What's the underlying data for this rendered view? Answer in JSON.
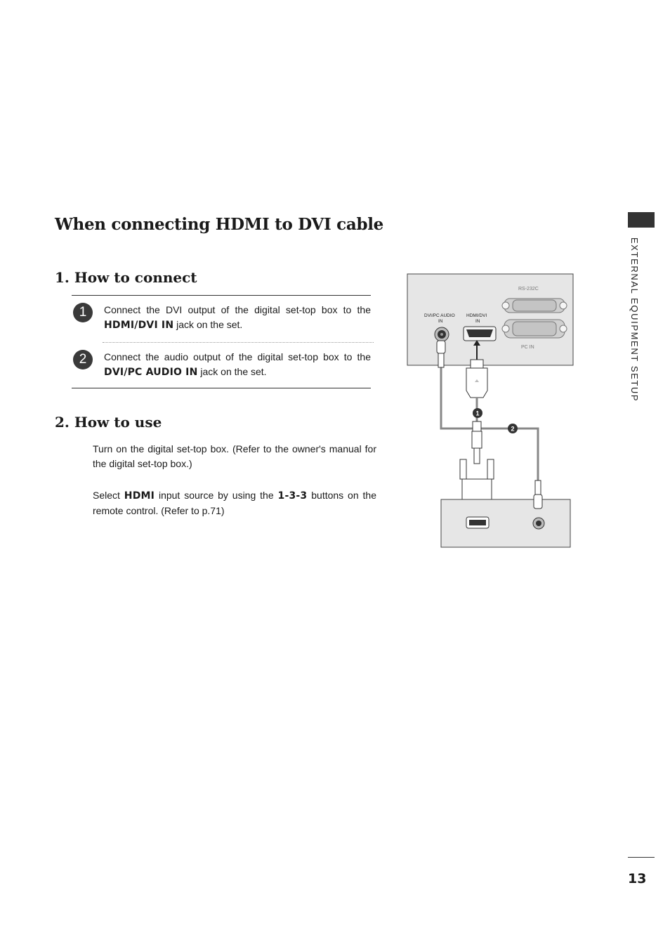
{
  "page_title": "When connecting HDMI to DVI cable",
  "section1": {
    "heading": "1. How to connect",
    "steps": [
      {
        "badge": "1",
        "text_before": "Connect the DVI output of the digital set-top box to the ",
        "keyword": "HDMI/DVI IN",
        "text_after": " jack on the set."
      },
      {
        "badge": "2",
        "text_before": "Connect the audio output of the digital set-top box to the ",
        "keyword": "DVI/PC AUDIO IN",
        "text_after": " jack on the set."
      }
    ]
  },
  "section2": {
    "heading": "2. How to use",
    "para1": "Turn on the digital set-top box. (Refer to the owner's manual for the digital set-top box.)",
    "para2": {
      "text_before": "Select ",
      "keyword1": "HDMI",
      "text_middle": " input source by using the ",
      "keyword2": "1-3-3",
      "text_after": " buttons on the remote control. (Refer to p.71)"
    }
  },
  "diagram": {
    "label_rs232c": "RS-232C",
    "label_dvi_pc_audio": "DVI/PC AUDIO",
    "label_dvi_pc_audio_in": "IN",
    "label_hdmi_dvi": "HDMI/DVI",
    "label_hdmi_dvi_in": "IN",
    "label_pc_in": "PC IN",
    "marker_1": "1",
    "marker_2": "2"
  },
  "sidebar": {
    "label": "EXTERNAL EQUIPMENT SETUP"
  },
  "footer": {
    "page_number": "13"
  },
  "colors": {
    "text": "#1a1a1a",
    "panel": "#e6e6e6",
    "badge": "#3a3a3a"
  }
}
